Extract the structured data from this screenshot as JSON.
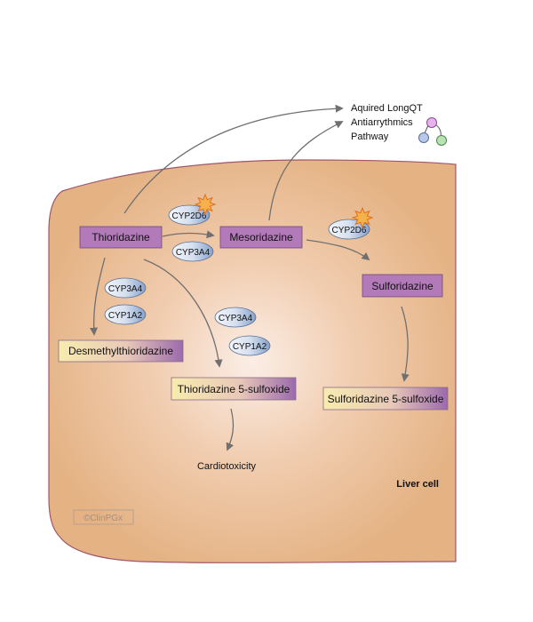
{
  "pathway_link": {
    "line1": "Aquired LongQT",
    "line2": "Antiarrythmics",
    "line3": "Pathway"
  },
  "cell_label": "Liver cell",
  "watermark": "©ClinPGx",
  "outcome": "Cardiotoxicity",
  "drugs": {
    "thioridazine": "Thioridazine",
    "mesoridazine": "Mesoridazine",
    "sulforidazine": "Sulforidazine",
    "desmethylthioridazine": "Desmethylthioridazine",
    "thioridazine_5_sulfoxide": "Thioridazine 5-sulfoxide",
    "sulforidazine_5_sulfoxide": "Sulforidazine 5-sulfoxide"
  },
  "enzymes": {
    "cyp2d6_a": "CYP2D6",
    "cyp3a4_a": "CYP3A4",
    "cyp2d6_b": "CYP2D6",
    "cyp3a4_b": "CYP3A4",
    "cyp1a2_b": "CYP1A2",
    "cyp3a4_c": "CYP3A4",
    "cyp1a2_c": "CYP1A2"
  },
  "colors": {
    "cell_fill": "#e7b687",
    "cell_stroke": "#a0566a",
    "parent_drug": "#b27ab8",
    "metabolite_light": "#f8ecae",
    "metabolite_dark": "#9b6aad",
    "enzyme_light": "#eef3fa",
    "enzyme_dark": "#8ea8d0",
    "arrow": "#707070",
    "star_fill": "#f6b24a",
    "star_stroke": "#e0701f"
  }
}
